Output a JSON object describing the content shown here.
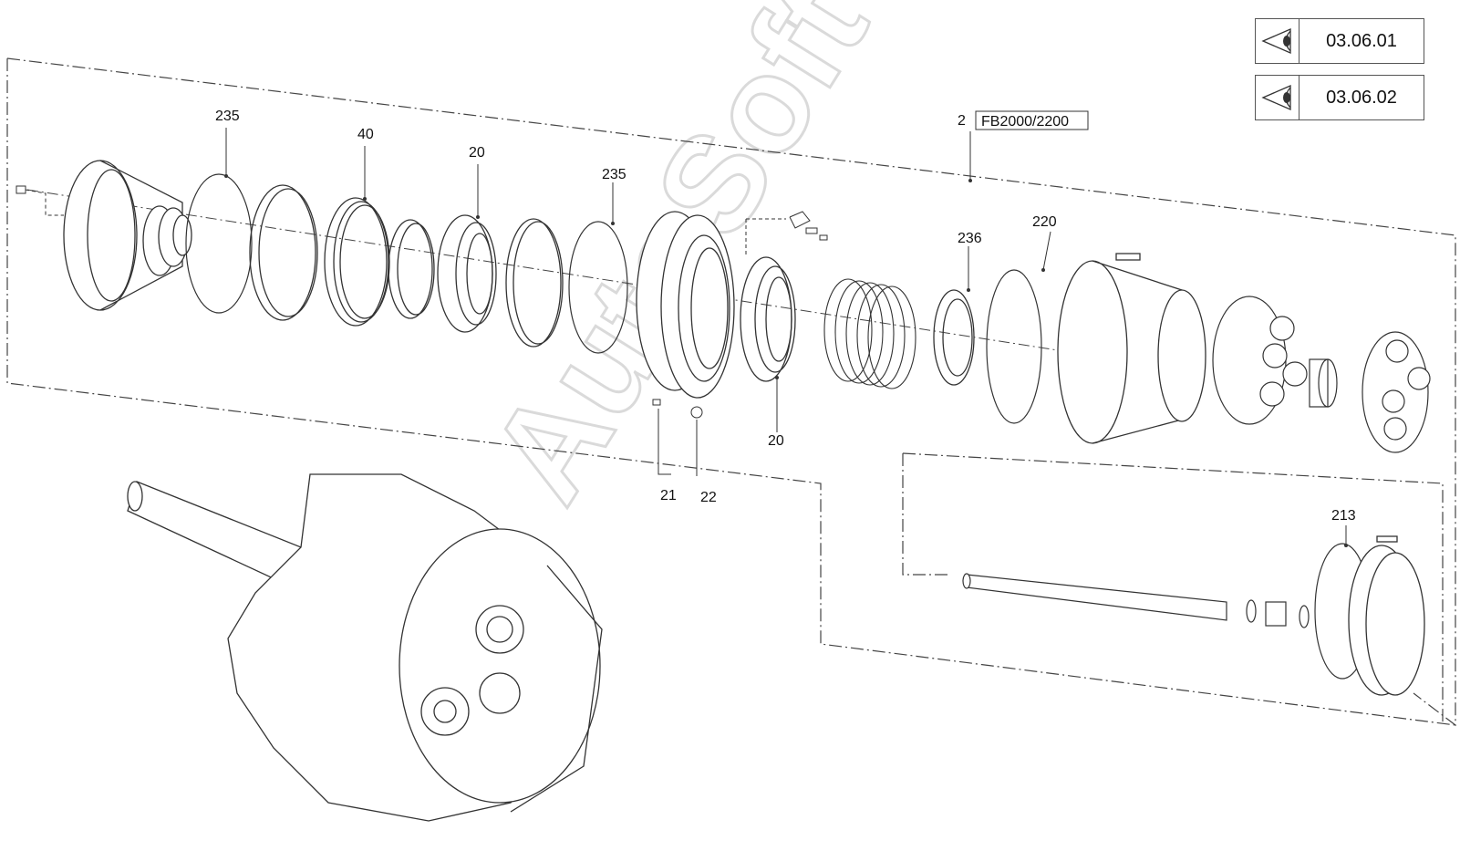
{
  "view_links": [
    {
      "label": "03.06.01",
      "icon": "view-eye-icon"
    },
    {
      "label": "03.06.02",
      "icon": "view-eye-icon"
    }
  ],
  "group": {
    "number": "2",
    "variant": "FB2000/2200"
  },
  "callouts": {
    "c235a": "235",
    "c40": "40",
    "c20a": "20",
    "c235b": "235",
    "c236": "236",
    "c220": "220",
    "c20b": "20",
    "c21": "21",
    "c22": "22",
    "c213": "213"
  },
  "watermark": {
    "text": "AutoSoft",
    "color": "#d8d8d8"
  },
  "colors": {
    "line": "#333333",
    "frame": "#444444"
  }
}
